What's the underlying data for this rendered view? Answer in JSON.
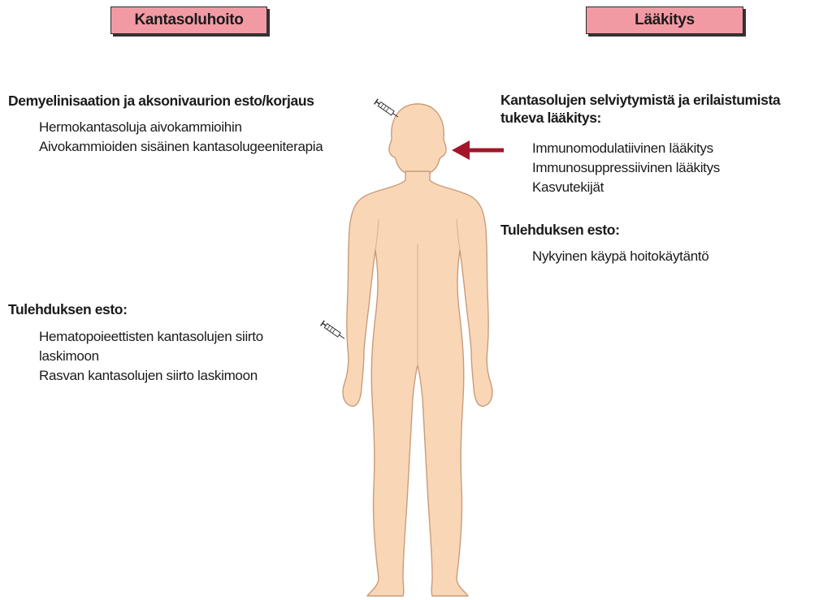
{
  "headers": {
    "left": "Kantasoluhoito",
    "right": "Lääkitys"
  },
  "left": {
    "section1": {
      "title": "Demyelinisaation ja aksonivaurion esto/korjaus",
      "items": [
        "Hermokantasoluja aivokammioihin",
        "Aivokammioiden sisäinen kantasolugeeniterapia"
      ]
    },
    "section2": {
      "title": "Tulehduksen esto:",
      "items": [
        "Hematopoieettisten kantasolujen siirto",
        "laskimoon",
        "Rasvan kantasolujen siirto laskimoon"
      ]
    }
  },
  "right": {
    "section1": {
      "title_line1": "Kantasolujen selviytymistä ja erilaistumista",
      "title_line2": "tukeva lääkitys:",
      "items": [
        "Immunomodulatiivinen lääkitys",
        "Immunosuppressiivinen lääkitys",
        "Kasvutekijät"
      ]
    },
    "section2": {
      "title": "Tulehduksen esto:",
      "items": [
        "Nykyinen käypä hoitokäytäntö"
      ]
    }
  },
  "colors": {
    "header_fill": "#f29aa4",
    "skin": "#f9d6b6",
    "skin_outline": "#c99c7a",
    "arrow": "#a3152a"
  },
  "icons": [
    "syringe-icon",
    "arrow-left-icon",
    "human-body-figure"
  ]
}
